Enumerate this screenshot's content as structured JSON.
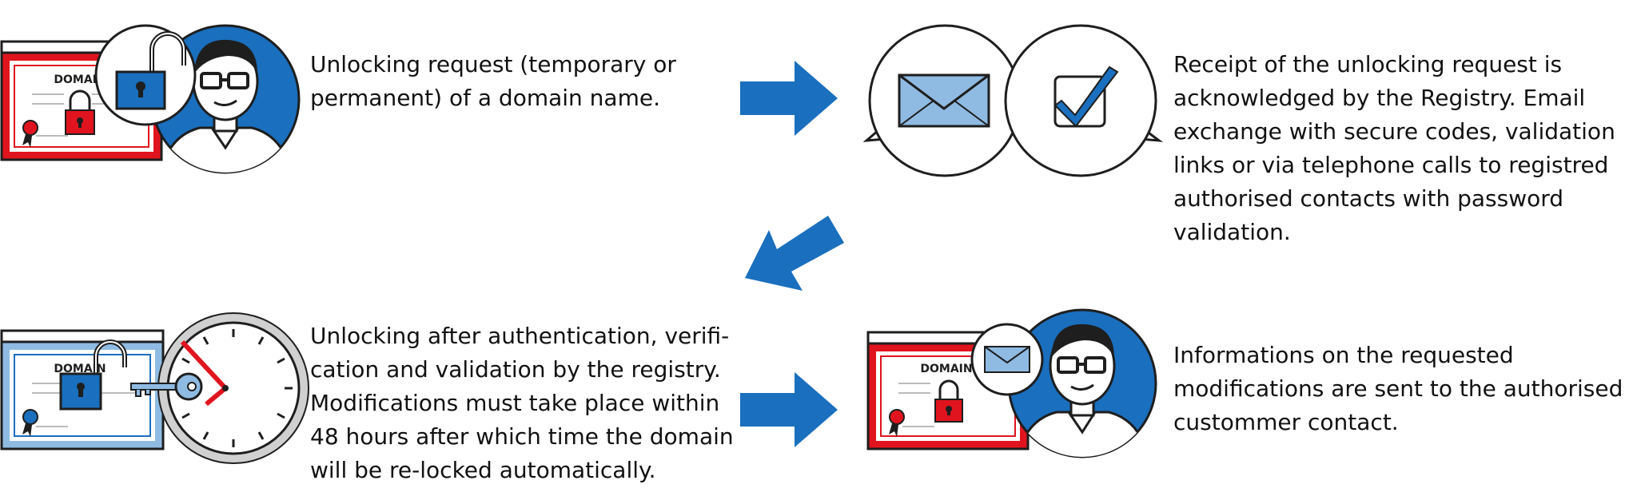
{
  "colors": {
    "brand_blue": "#1a6fbe",
    "light_blue": "#8fbbe3",
    "red": "#e0141e",
    "dark": "#1e1e1e",
    "grey_ring": "#d0d0d0"
  },
  "steps": [
    {
      "text": "Unlocking request (temporary or\npermanent) of a domain name.",
      "doc_label": "DOMAIN",
      "icons": [
        "domain-certificate-red",
        "open-padlock-icon",
        "person-avatar"
      ]
    },
    {
      "text": "Receipt of the unlocking request is\nacknowledged by the Registry. Email\nexchange with secure codes, validation\nlinks or via telephone calls to registred\nauthorised contacts with password\nvalidation.",
      "icons": [
        "envelope-icon",
        "checkmark-icon"
      ]
    },
    {
      "text": "Unlocking after authentication, verifi-\ncation and validation by the registry.\nModifications must take place within\n48 hours after which time the domain\nwill be re-locked automatically.",
      "doc_label": "DOMAIN",
      "icons": [
        "domain-certificate-blue",
        "padlock-key-icon",
        "clock-icon"
      ]
    },
    {
      "text": "Informations on the requested\nmodifications are sent to the authorised\ncustommer contact.",
      "doc_label": "DOMAIN",
      "icons": [
        "domain-certificate-red",
        "envelope-icon",
        "person-avatar"
      ]
    }
  ],
  "arrows": [
    "arrow-right-icon",
    "arrow-down-left-icon",
    "arrow-right-icon"
  ]
}
